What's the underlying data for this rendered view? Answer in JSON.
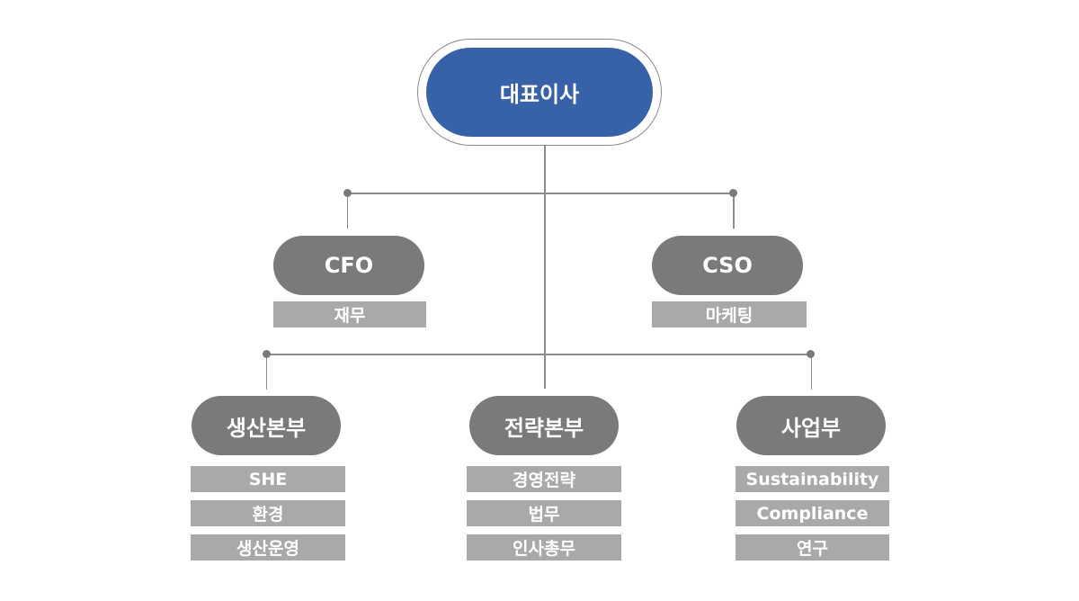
{
  "ceo": {
    "label": "대표이사"
  },
  "executives": [
    {
      "label": "CFO",
      "items": [
        "재무"
      ]
    },
    {
      "label": "CSO",
      "items": [
        "마케팅"
      ]
    }
  ],
  "divisions": [
    {
      "label": "생산본부",
      "items": [
        "SHE",
        "환경",
        "생산운영"
      ]
    },
    {
      "label": "전략본부",
      "items": [
        "경영전략",
        "법무",
        "인사총무"
      ]
    },
    {
      "label": "사업부",
      "items": [
        "Sustainability",
        "Compliance",
        "연구"
      ]
    }
  ],
  "colors": {
    "ceo_fill": "#3762a8",
    "node_fill": "#7a7a7c",
    "sub_fill": "#a9a9ab",
    "line": "#8c8c8c"
  }
}
